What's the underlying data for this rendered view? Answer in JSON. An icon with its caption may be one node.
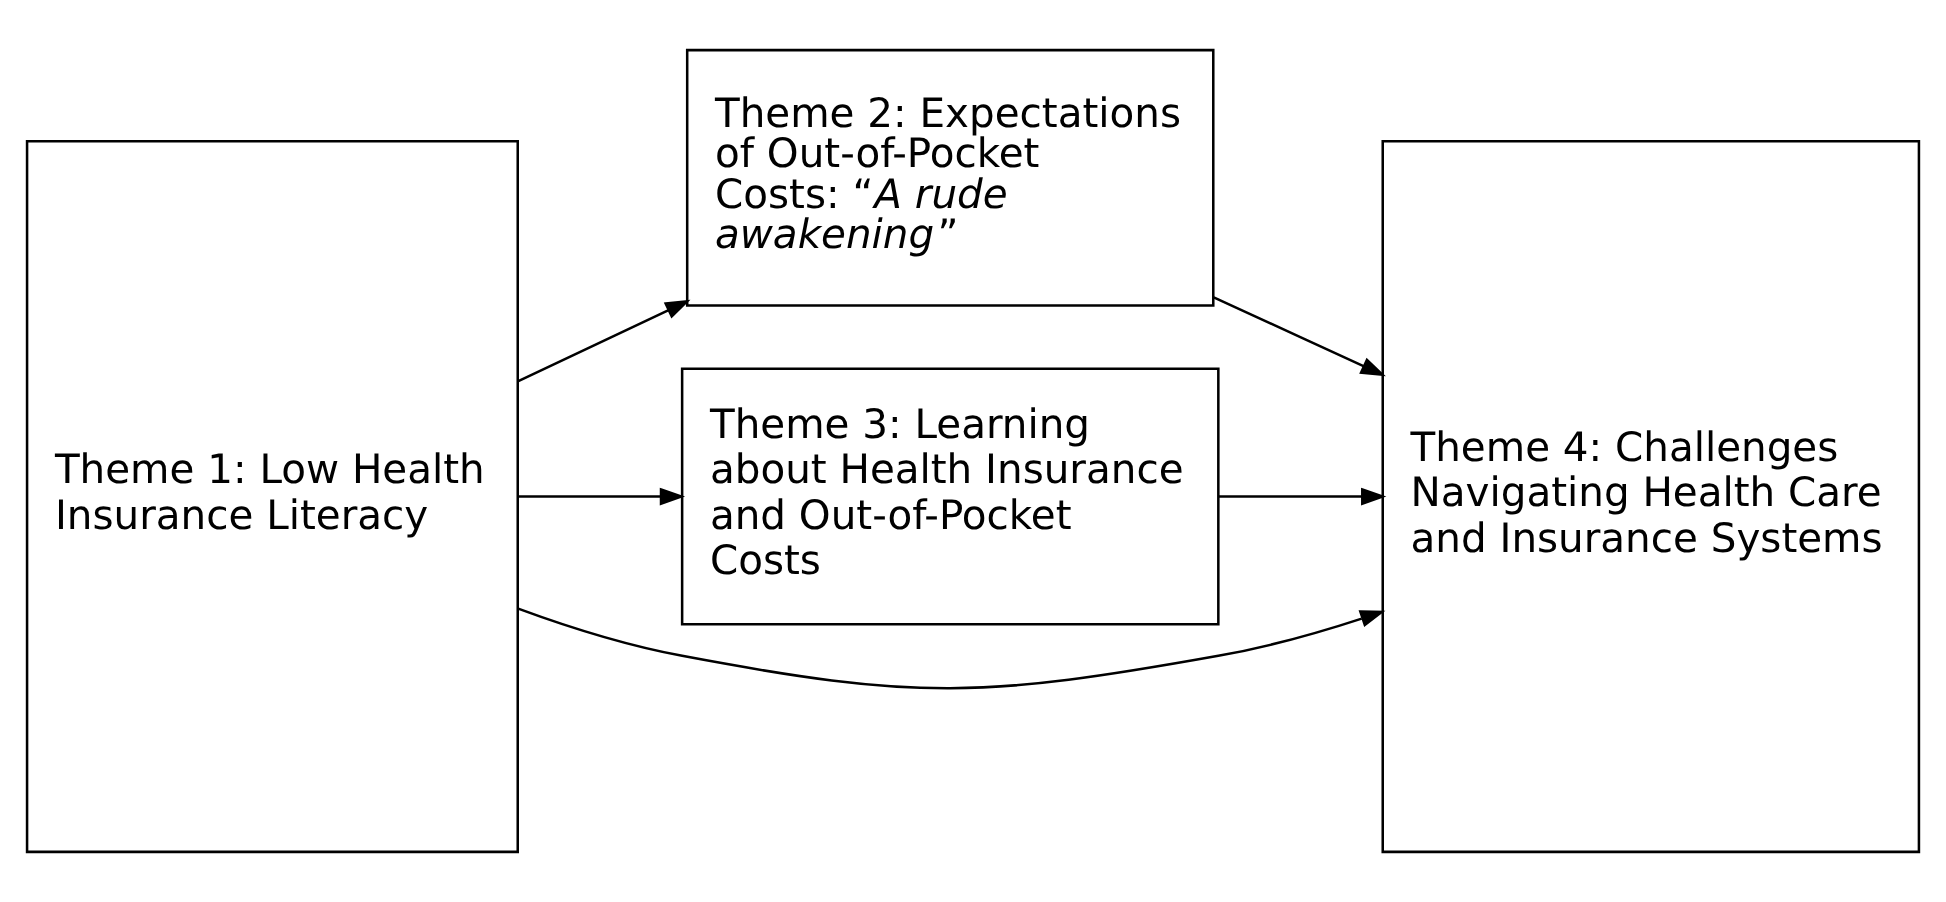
{
  "diagram": {
    "nodes": [
      {
        "text": [
          "Theme 1: Low Health Insurance Literacy"
        ]
      },
      {
        "text": [
          "Theme 2: Expectations of Out-of-Pocket Costs: “*A rude awakening*”"
        ]
      },
      {
        "text": [
          "Theme 3: Learning about Health Insurance and Out-of-Pocket Costs"
        ]
      },
      {
        "text": [
          "Theme 4: Challenges Navigating Health Care and Insurance Systems"
        ]
      }
    ],
    "edges": [
      {
        "from": 0,
        "to": 1,
        "arrow": "to"
      },
      {
        "from": 1,
        "to": 3,
        "arrow": "to"
      },
      {
        "from": 0,
        "to": 2,
        "arrow": "to"
      },
      {
        "from": 2,
        "to": 3,
        "arrow": "to"
      },
      {
        "from": 0,
        "to": 3,
        "arrow": "to"
      }
    ]
  }
}
